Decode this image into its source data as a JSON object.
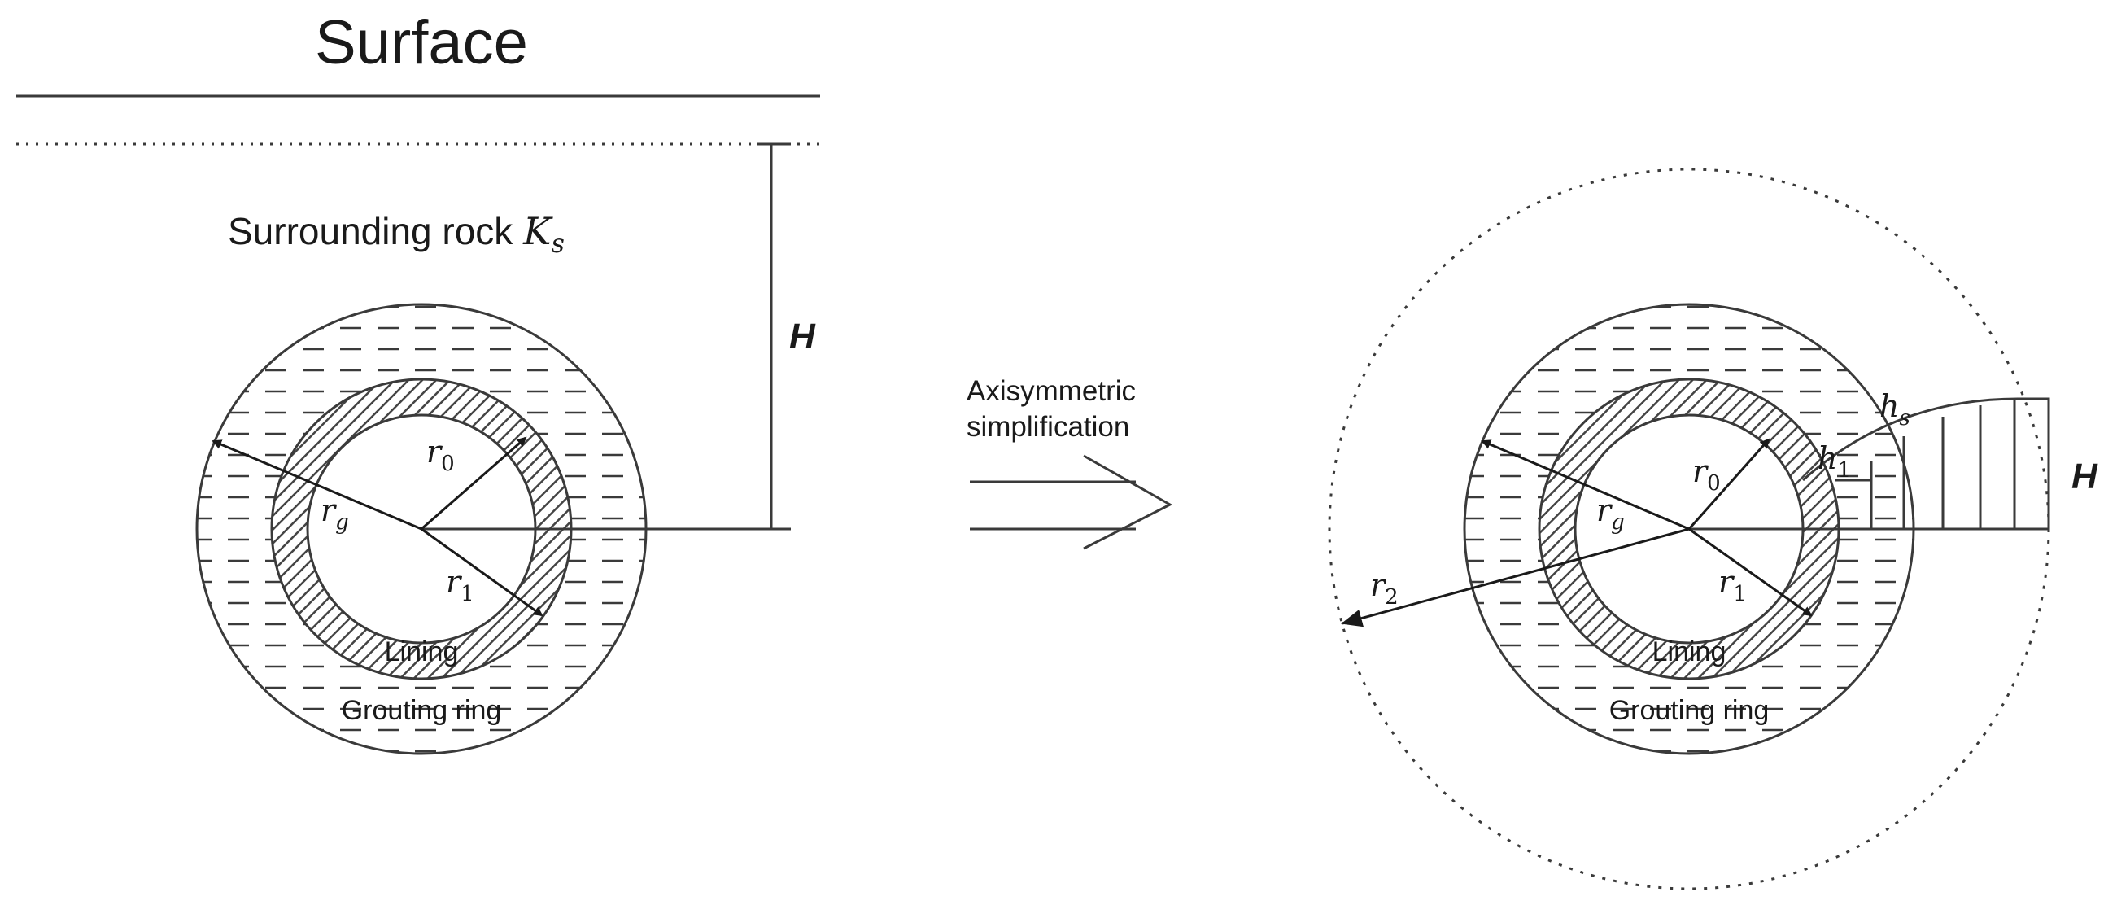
{
  "labels": {
    "surface": "Surface",
    "surrounding_rock": "Surrounding rock ",
    "rock_symbol": "K",
    "rock_symbol_sub": "s",
    "depth": "H",
    "axisymmetric_line1": "Axisymmetric",
    "axisymmetric_line2": "simplification",
    "lining": "Lining",
    "grouting_ring": "Grouting ring",
    "r0": "r",
    "r0_sub": "0",
    "r1": "r",
    "r1_sub": "1",
    "rg": "r",
    "rg_sub": "g",
    "r2": "r",
    "r2_sub": "2",
    "hs": "h",
    "hs_sub": "s",
    "h1": "h",
    "h1_sub": "1",
    "head": "H"
  },
  "colors": {
    "line": "#3a3a3a",
    "hatch": "#444444",
    "text": "#1a1a1a",
    "background": "#ffffff"
  }
}
